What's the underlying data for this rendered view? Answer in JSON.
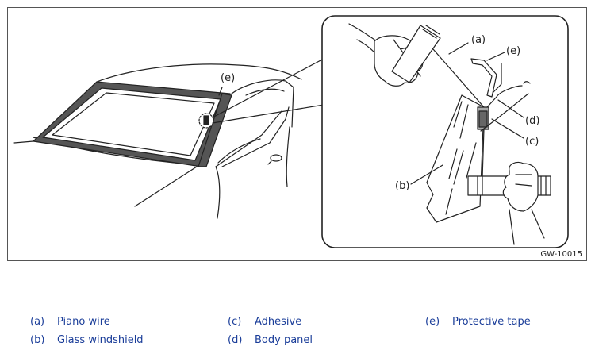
{
  "figure": {
    "code": "GW-10015",
    "callouts": {
      "e_car": "(e)",
      "a": "(a)",
      "e": "(e)",
      "d": "(d)",
      "c": "(c)",
      "b": "(b)"
    }
  },
  "legend": [
    {
      "key": "(a)",
      "label": "Piano wire"
    },
    {
      "key": "(b)",
      "label": "Glass windshield"
    },
    {
      "key": "(c)",
      "label": "Adhesive"
    },
    {
      "key": "(d)",
      "label": "Body panel"
    },
    {
      "key": "(e)",
      "label": "Protective tape"
    }
  ],
  "colors": {
    "legend_text": "#1a3d99",
    "tape_fill": "#555555",
    "line": "#222222"
  }
}
